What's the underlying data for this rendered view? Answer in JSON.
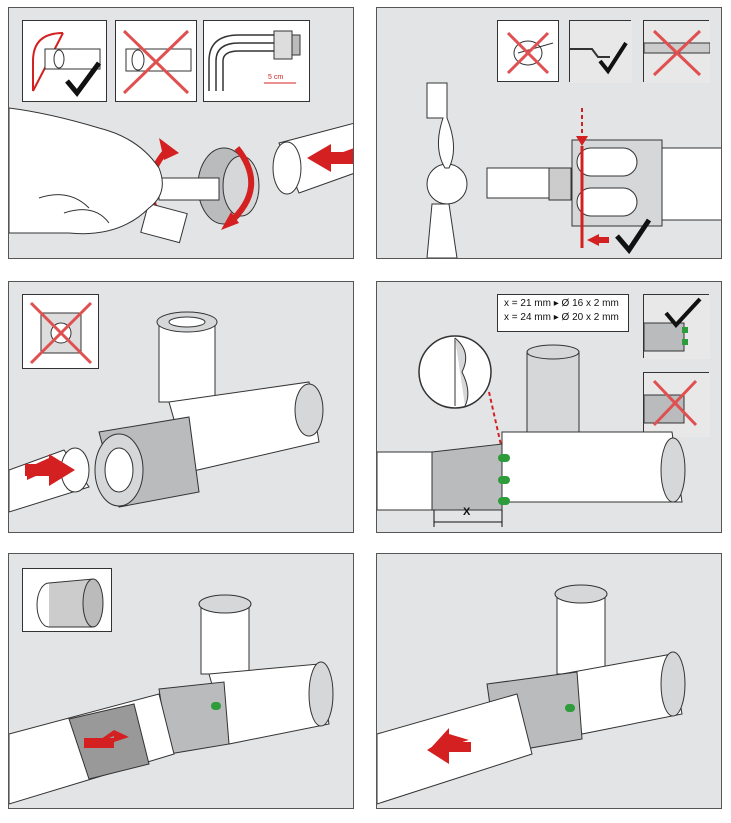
{
  "colors": {
    "panel_bg": "#e3e4e5",
    "accent_red": "#d42020",
    "check_black": "#111111",
    "marker_green": "#2e9c3a",
    "pipe_white": "#ffffff",
    "fitting_grey": "#b9bbbd"
  },
  "panels": [
    {
      "step": 1,
      "icons": [
        "deburr-check-icon",
        "pipe-end-cross-icon",
        "bend-distance-icon"
      ],
      "dimension_label": "5 cm"
    },
    {
      "step": 2,
      "icons": [
        "expander-cross-icon",
        "edge-check-icon",
        "edge-cross-icon"
      ]
    },
    {
      "step": 3,
      "icons": [
        "crossed-tool-icon"
      ]
    },
    {
      "step": 4,
      "icons": [
        "press-ok-check-icon",
        "press-wrong-cross-icon"
      ],
      "dimensions": {
        "line1": "x = 21 mm ▸ Ø 16 x 2 mm",
        "line2": "x = 24 mm ▸ Ø 20 x 2 mm",
        "x_label": "X"
      }
    },
    {
      "step": 5,
      "icons": [
        "sleeve-icon"
      ]
    },
    {
      "step": 6,
      "icons": []
    }
  ]
}
